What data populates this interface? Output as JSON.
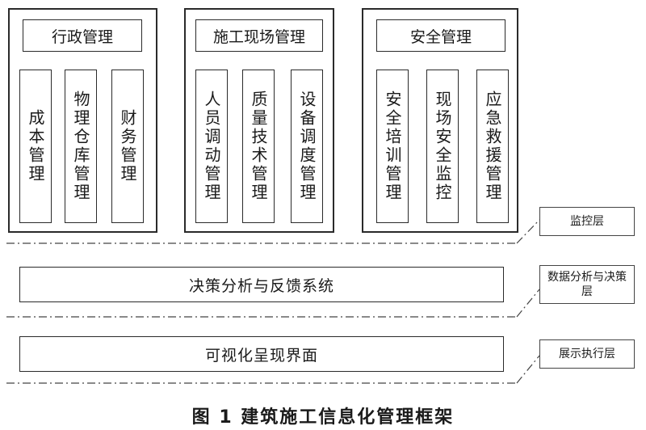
{
  "modules": [
    {
      "title": "行政管理",
      "items": [
        "成本管理",
        "物理仓库管理",
        "财务管理"
      ]
    },
    {
      "title": "施工现场管理",
      "items": [
        "人员调动管理",
        "质量技术管理",
        "设备调度管理"
      ]
    },
    {
      "title": "安全管理",
      "items": [
        "安全培训管理",
        "现场安全监控",
        "应急救援管理"
      ]
    }
  ],
  "bands": [
    "决策分析与反馈系统",
    "可视化呈现界面"
  ],
  "layers": [
    "监控层",
    "数据分析与决策层",
    "展示执行层"
  ],
  "caption": "图 1   建筑施工信息化管理框架"
}
